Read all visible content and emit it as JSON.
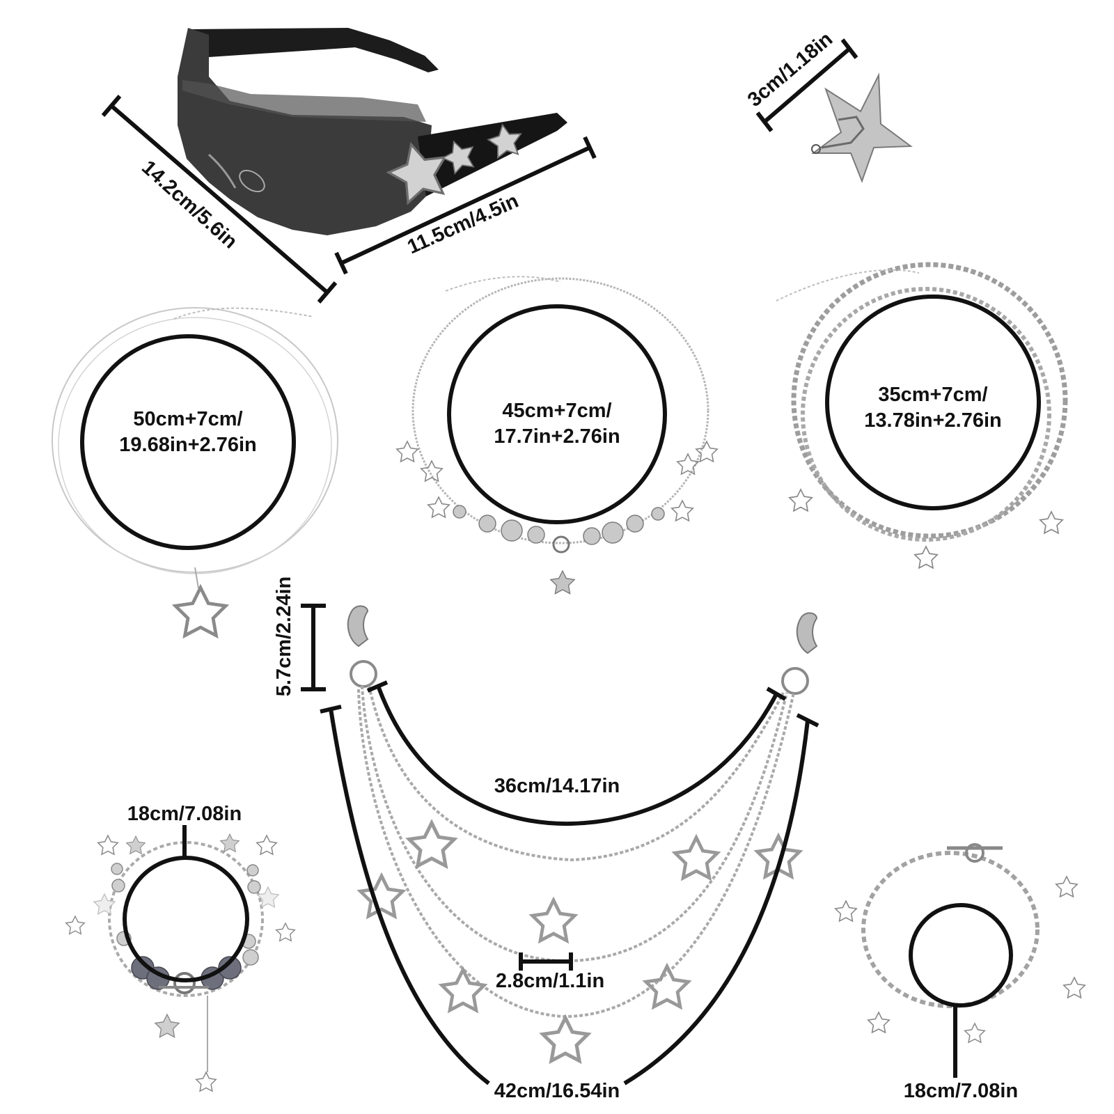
{
  "colors": {
    "background": "#ffffff",
    "ink": "#111111",
    "lens": "#3a3a3a",
    "frame": "#151515",
    "metal": "#b9b9b9"
  },
  "labels": {
    "glasses_width": "11.5cm/4.5in",
    "glasses_length": "14.2cm/5.6in",
    "hairclip_size": "3cm/1.18in",
    "necklace_1": [
      "50cm+7cm/",
      "19.68in+2.76in"
    ],
    "necklace_2": [
      "45cm+7cm/",
      "17.7in+2.76in"
    ],
    "necklace_3": [
      "35cm+7cm/",
      "13.78in+2.76in"
    ],
    "chain_hook": "5.7cm/2.24in",
    "chain_inner": "36cm/14.17in",
    "star_pendant": "2.8cm/1.1in",
    "chain_outer": "42cm/16.54in",
    "bracelet_left": "18cm/7.08in",
    "bracelet_right": "18cm/7.08in"
  },
  "items": [
    {
      "name": "star-sunglasses"
    },
    {
      "name": "star-hair-clip"
    },
    {
      "name": "star-pendant-necklace"
    },
    {
      "name": "beaded-star-necklace"
    },
    {
      "name": "cuban-chain-star-necklace"
    },
    {
      "name": "layered-star-pants-chain"
    },
    {
      "name": "pearl-star-bracelet"
    },
    {
      "name": "figaro-star-bracelet"
    }
  ]
}
